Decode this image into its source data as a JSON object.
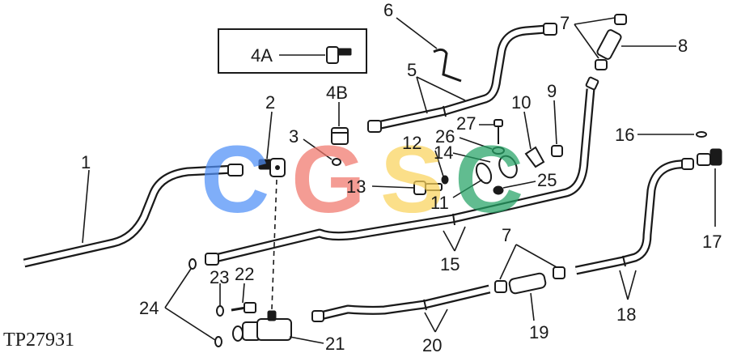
{
  "figure_ref": "TP27931",
  "inset_label": "4A",
  "callouts": {
    "c1": "1",
    "c2": "2",
    "c3": "3",
    "c4b": "4B",
    "c5": "5",
    "c6": "6",
    "c7a": "7",
    "c7b": "7",
    "c8": "8",
    "c9": "9",
    "c10": "10",
    "c11": "11",
    "c12": "12",
    "c13": "13",
    "c14": "14",
    "c15": "15",
    "c16": "16",
    "c17": "17",
    "c18": "18",
    "c19": "19",
    "c20": "20",
    "c21": "21",
    "c22": "22",
    "c23": "23",
    "c24": "24",
    "c25": "25",
    "c26": "26",
    "c27": "27"
  },
  "watermark": {
    "letters": [
      {
        "char": "C",
        "color": "#4f8ff7"
      },
      {
        "char": "G",
        "color": "#f0776c"
      },
      {
        "char": "S",
        "color": "#fad35c"
      },
      {
        "char": "C",
        "color": "#25a366"
      }
    ]
  },
  "colors": {
    "line": "#1a1a1a",
    "background": "#ffffff"
  }
}
